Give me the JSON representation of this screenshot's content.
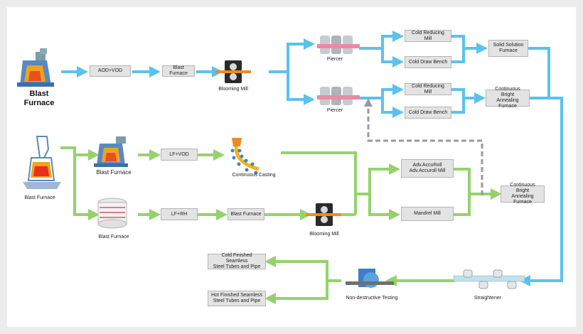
{
  "colors": {
    "blue_flow": "#5bc2ec",
    "green_flow": "#96d16e",
    "return_dash": "#9a9a9a",
    "box_fill": "#e3e3e3"
  },
  "top": {
    "blast_furnace": "Blast Furnace",
    "aod_vod": "AOD+VOD",
    "blast_furnace_box": "Blast Furnace",
    "blooming_mill": "Blooming Mill",
    "piercer_upper": "Piercer",
    "piercer_lower": "Piercer",
    "cold_reducing_upper": "Cold Reducing Mill",
    "cold_draw_upper": "Cold Draw Bench",
    "cold_reducing_lower": "Cold Reducing Mill",
    "cold_draw_lower": "Cold Draw Bench",
    "solid_solution": "Solid Solution\nFurnace",
    "continuous_bright_top": "Continuous Bright\nAnnealing Furnace"
  },
  "middle": {
    "blast_furnace_left": "Blast Furnace",
    "blast_furnace_upper": "Blast Furnace",
    "lf_vod": "LF+VOD",
    "continuous_casting": "Continuous Casting",
    "blast_furnace_lower": "Blast Furnace",
    "lf_rh": "LF+RH",
    "blast_furnace_box": "Blast Furnace",
    "blooming_mill": "Blooming Mill",
    "adv_accuroll": "Adv.AccuRoll\nAdv.Accuroll Mill",
    "mandrel_mill": "Mandrel Mill",
    "continuous_bright_mid": "Continuous Bright\nAnnealing Furnace"
  },
  "bottom": {
    "cold_finished": "Cold Finished Seamless\nSteel Tubes and Pipe",
    "hot_finished": "Hot Finished Seamless\nSteel Tubes and Pipe",
    "ndt": "Non-destructive Testing",
    "straightener": "Straightener"
  },
  "icons": [
    "blast-furnace-icon",
    "blooming-mill-icon",
    "piercer-icon",
    "ladle-furnace-icon",
    "continuous-casting-icon",
    "coil-furnace-icon",
    "ndt-machine-icon",
    "straightener-icon"
  ]
}
